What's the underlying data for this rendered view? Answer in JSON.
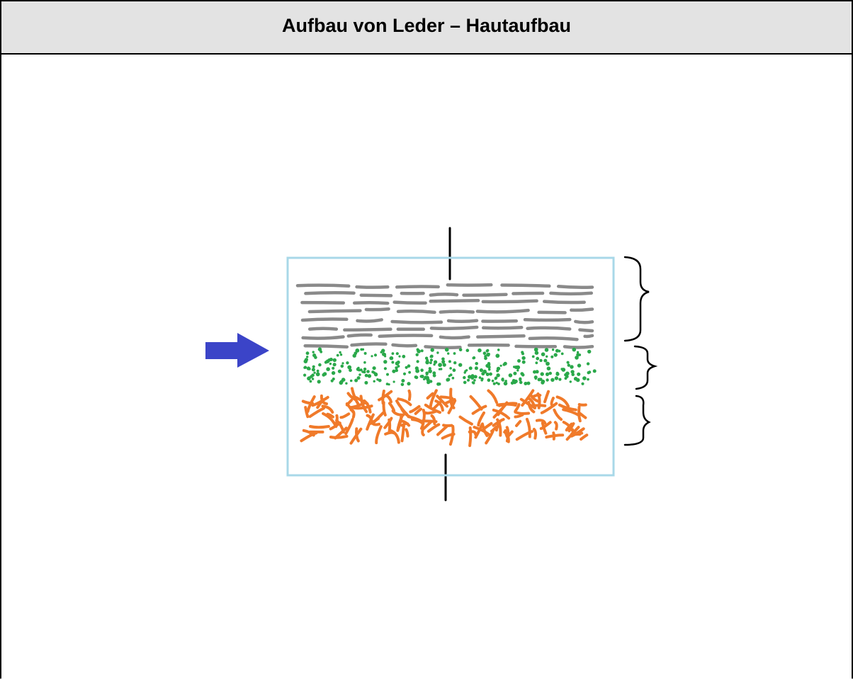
{
  "worksheet": {
    "title": "Aufbau von Leder – Hautaufbau"
  },
  "diagram": {
    "layers": [
      {
        "name": "grain-layer",
        "pattern": "horizontal-strokes",
        "color": "#8a8a8a"
      },
      {
        "name": "middle-layer",
        "pattern": "dots",
        "color": "#2aa84a"
      },
      {
        "name": "bottom-layer",
        "pattern": "tangled-fibers",
        "color": "#f07a2a"
      }
    ],
    "frame_color": "#a8d8e8",
    "arrow_color": "#3b44c8",
    "icons": [
      "arrow-right-icon",
      "curly-brace-icon"
    ]
  }
}
